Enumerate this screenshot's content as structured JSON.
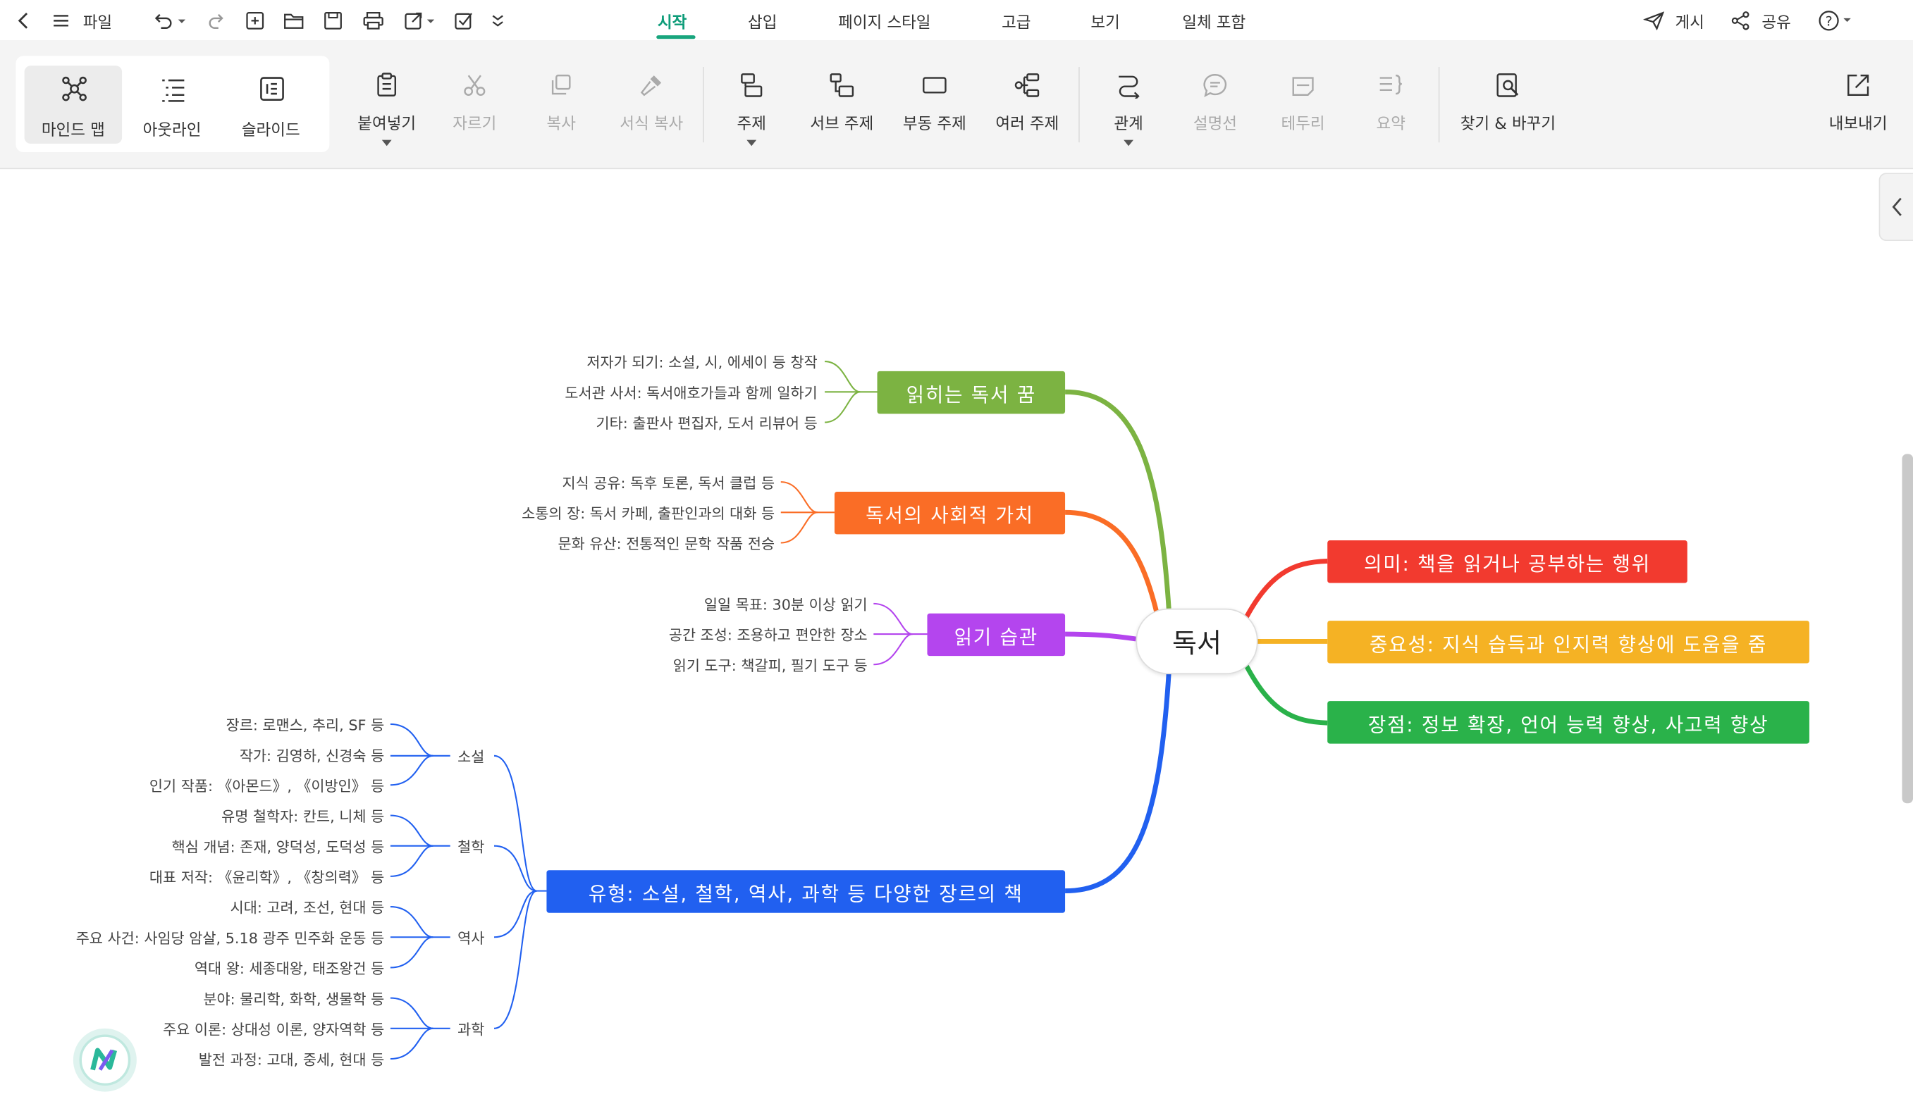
{
  "topbar": {
    "file_label": "파일",
    "tabs": [
      "시작",
      "삽입",
      "페이지 스타일",
      "고급",
      "보기",
      "일체 포함"
    ],
    "active_tab": "시작",
    "publish_label": "게시",
    "share_label": "공유"
  },
  "ribbon": {
    "views": [
      "마인드 맵",
      "아웃라인",
      "슬라이드"
    ],
    "selected_view": "마인드 맵",
    "clipboard": [
      "붙여넣기",
      "자르기",
      "복사",
      "서식 복사"
    ],
    "topics": [
      "주제",
      "서브 주제",
      "부동 주제",
      "여러 주제"
    ],
    "extras": [
      "관계",
      "설명선",
      "테두리",
      "요약"
    ],
    "find_replace": "찾기 & 바꾸기",
    "export": "내보내기"
  },
  "mindmap": {
    "central": "독서",
    "right_branches": [
      {
        "text": "의미: 책을 읽거나 공부하는 행위",
        "color": "#f23a2f"
      },
      {
        "text": "중요성: 지식 습득과 인지력 향상에 도움을 줌",
        "color": "#f5b224"
      },
      {
        "text": "장점: 정보 확장, 언어 능력 향상, 사고력 향상",
        "color": "#2ab24a"
      }
    ],
    "left_branches": [
      {
        "text": "읽히는 독서 꿈",
        "color": "#7cb342",
        "children": [
          "저자가 되기: 소설, 시, 에세이 등 창작",
          "도서관 사서: 독서애호가들과 함께 일하기",
          "기타: 출판사 편집자, 도서 리뷰어 등"
        ]
      },
      {
        "text": "독서의 사회적 가치",
        "color": "#fa6d26",
        "children": [
          "지식 공유: 독후 토론, 독서 클럽 등",
          "소통의 장: 독서 카페, 출판인과의 대화 등",
          "문화 유산: 전통적인 문학 작품 전승"
        ]
      },
      {
        "text": "읽기 습관",
        "color": "#b445ee",
        "children": [
          "일일 목표: 30분 이상 읽기",
          "공간 조성: 조용하고 편안한 장소",
          "읽기 도구: 책갈피, 필기 도구 등"
        ]
      },
      {
        "text": "유형: 소설, 철학, 역사, 과학 등 다양한 장르의 책",
        "color": "#2160f0",
        "groups": [
          {
            "label": "소설",
            "children": [
              "장르: 로맨스, 추리, SF 등",
              "작가: 김영하, 신경숙 등",
              "인기 작품: 《아몬드》, 《이방인》 등"
            ]
          },
          {
            "label": "철학",
            "children": [
              "유명 철학자: 칸트, 니체 등",
              "핵심 개념: 존재, 양덕성, 도덕성 등",
              "대표 저작: 《윤리학》, 《창의력》 등"
            ]
          },
          {
            "label": "역사",
            "children": [
              "시대: 고려, 조선, 현대 등",
              "주요 사건: 사임당 암살, 5.18 광주 민주화 운동 등",
              "역대 왕: 세종대왕, 태조왕건 등"
            ]
          },
          {
            "label": "과학",
            "children": [
              "분야: 물리학, 화학, 생물학 등",
              "주요 이론: 상대성 이론, 양자역학 등",
              "발전 과정: 고대, 중세, 현대 등"
            ]
          }
        ]
      }
    ]
  }
}
